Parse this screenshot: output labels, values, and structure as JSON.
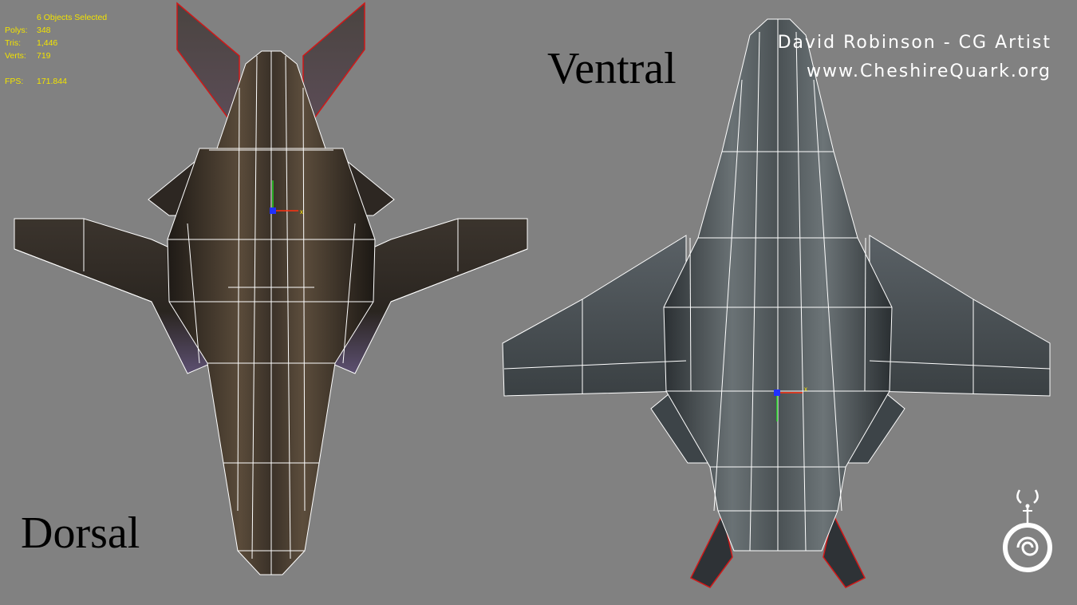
{
  "stats": {
    "selection": "6 Objects Selected",
    "rows": [
      {
        "label": "Polys:",
        "value": "348"
      },
      {
        "label": "Tris:",
        "value": "1,446"
      },
      {
        "label": "Verts:",
        "value": "719"
      }
    ],
    "fps_label": "FPS:",
    "fps_value": "171.844"
  },
  "views": {
    "dorsal_label": "Dorsal",
    "ventral_label": "Ventral"
  },
  "credit": {
    "name": "David Robinson - CG Artist",
    "site": "www.CheshireQuark.org"
  },
  "colors": {
    "background": "#818181",
    "stats_text": "#f2e300",
    "wireframe": "#ffffff",
    "selection_edge": "#d01818"
  },
  "icons": {
    "gizmo": "transform-gizmo-icon",
    "logo": "cheshire-quark-logo-icon"
  }
}
